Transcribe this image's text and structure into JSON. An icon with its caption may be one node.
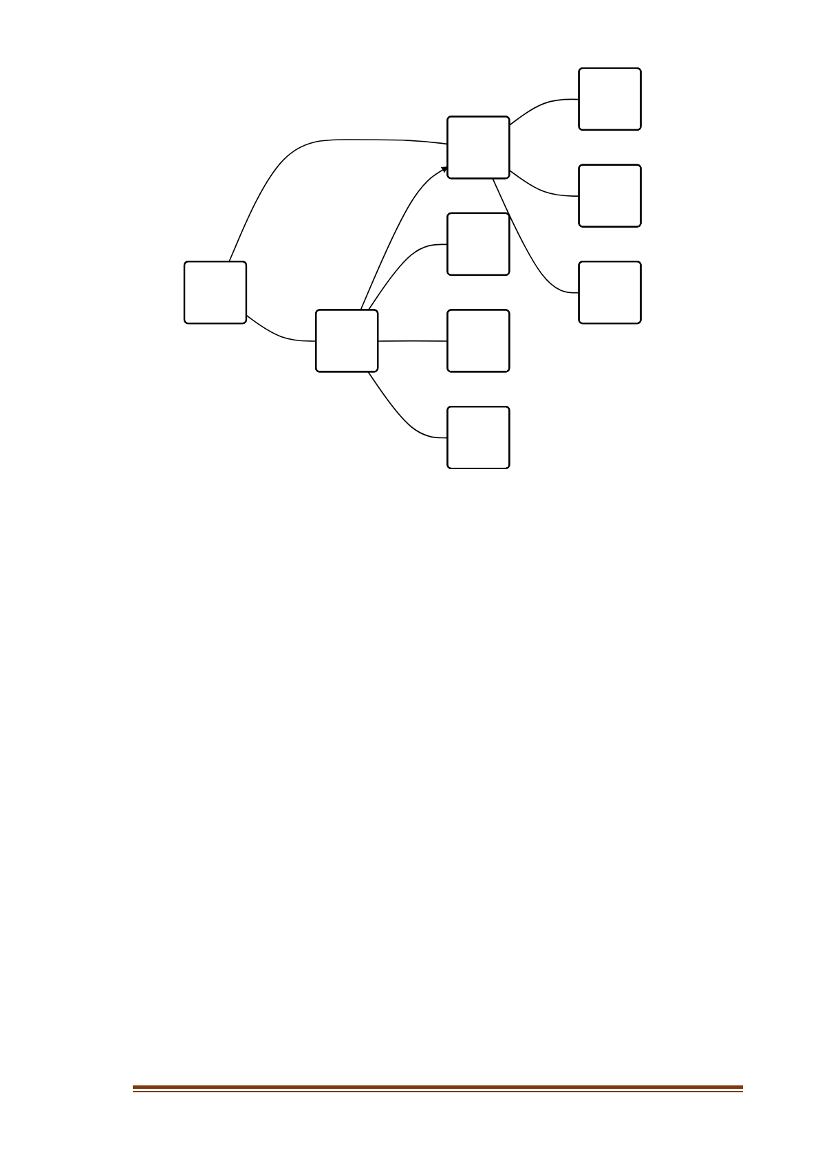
{
  "diagram": {
    "nodes": [
      {
        "text": [],
        "shape": "box"
      },
      {
        "text": [],
        "shape": "box"
      },
      {
        "text": [],
        "shape": "box"
      },
      {
        "text": [],
        "shape": "box"
      },
      {
        "text": [],
        "shape": "box"
      },
      {
        "text": [],
        "shape": "box"
      },
      {
        "text": [],
        "shape": "box"
      },
      {
        "text": [],
        "shape": "box"
      },
      {
        "text": [],
        "shape": "box"
      }
    ],
    "edges": [
      {
        "from": 0,
        "to": 1,
        "arrow": "none"
      },
      {
        "from": 0,
        "to": 2,
        "arrow": "none"
      },
      {
        "from": 1,
        "to": 2,
        "arrow": "to"
      },
      {
        "from": 1,
        "to": 3,
        "arrow": "none"
      },
      {
        "from": 1,
        "to": 4,
        "arrow": "none"
      },
      {
        "from": 1,
        "to": 5,
        "arrow": "none"
      },
      {
        "from": 2,
        "to": 6,
        "arrow": "none"
      },
      {
        "from": 2,
        "to": 7,
        "arrow": "none"
      },
      {
        "from": 2,
        "to": 8,
        "arrow": "none"
      }
    ]
  }
}
